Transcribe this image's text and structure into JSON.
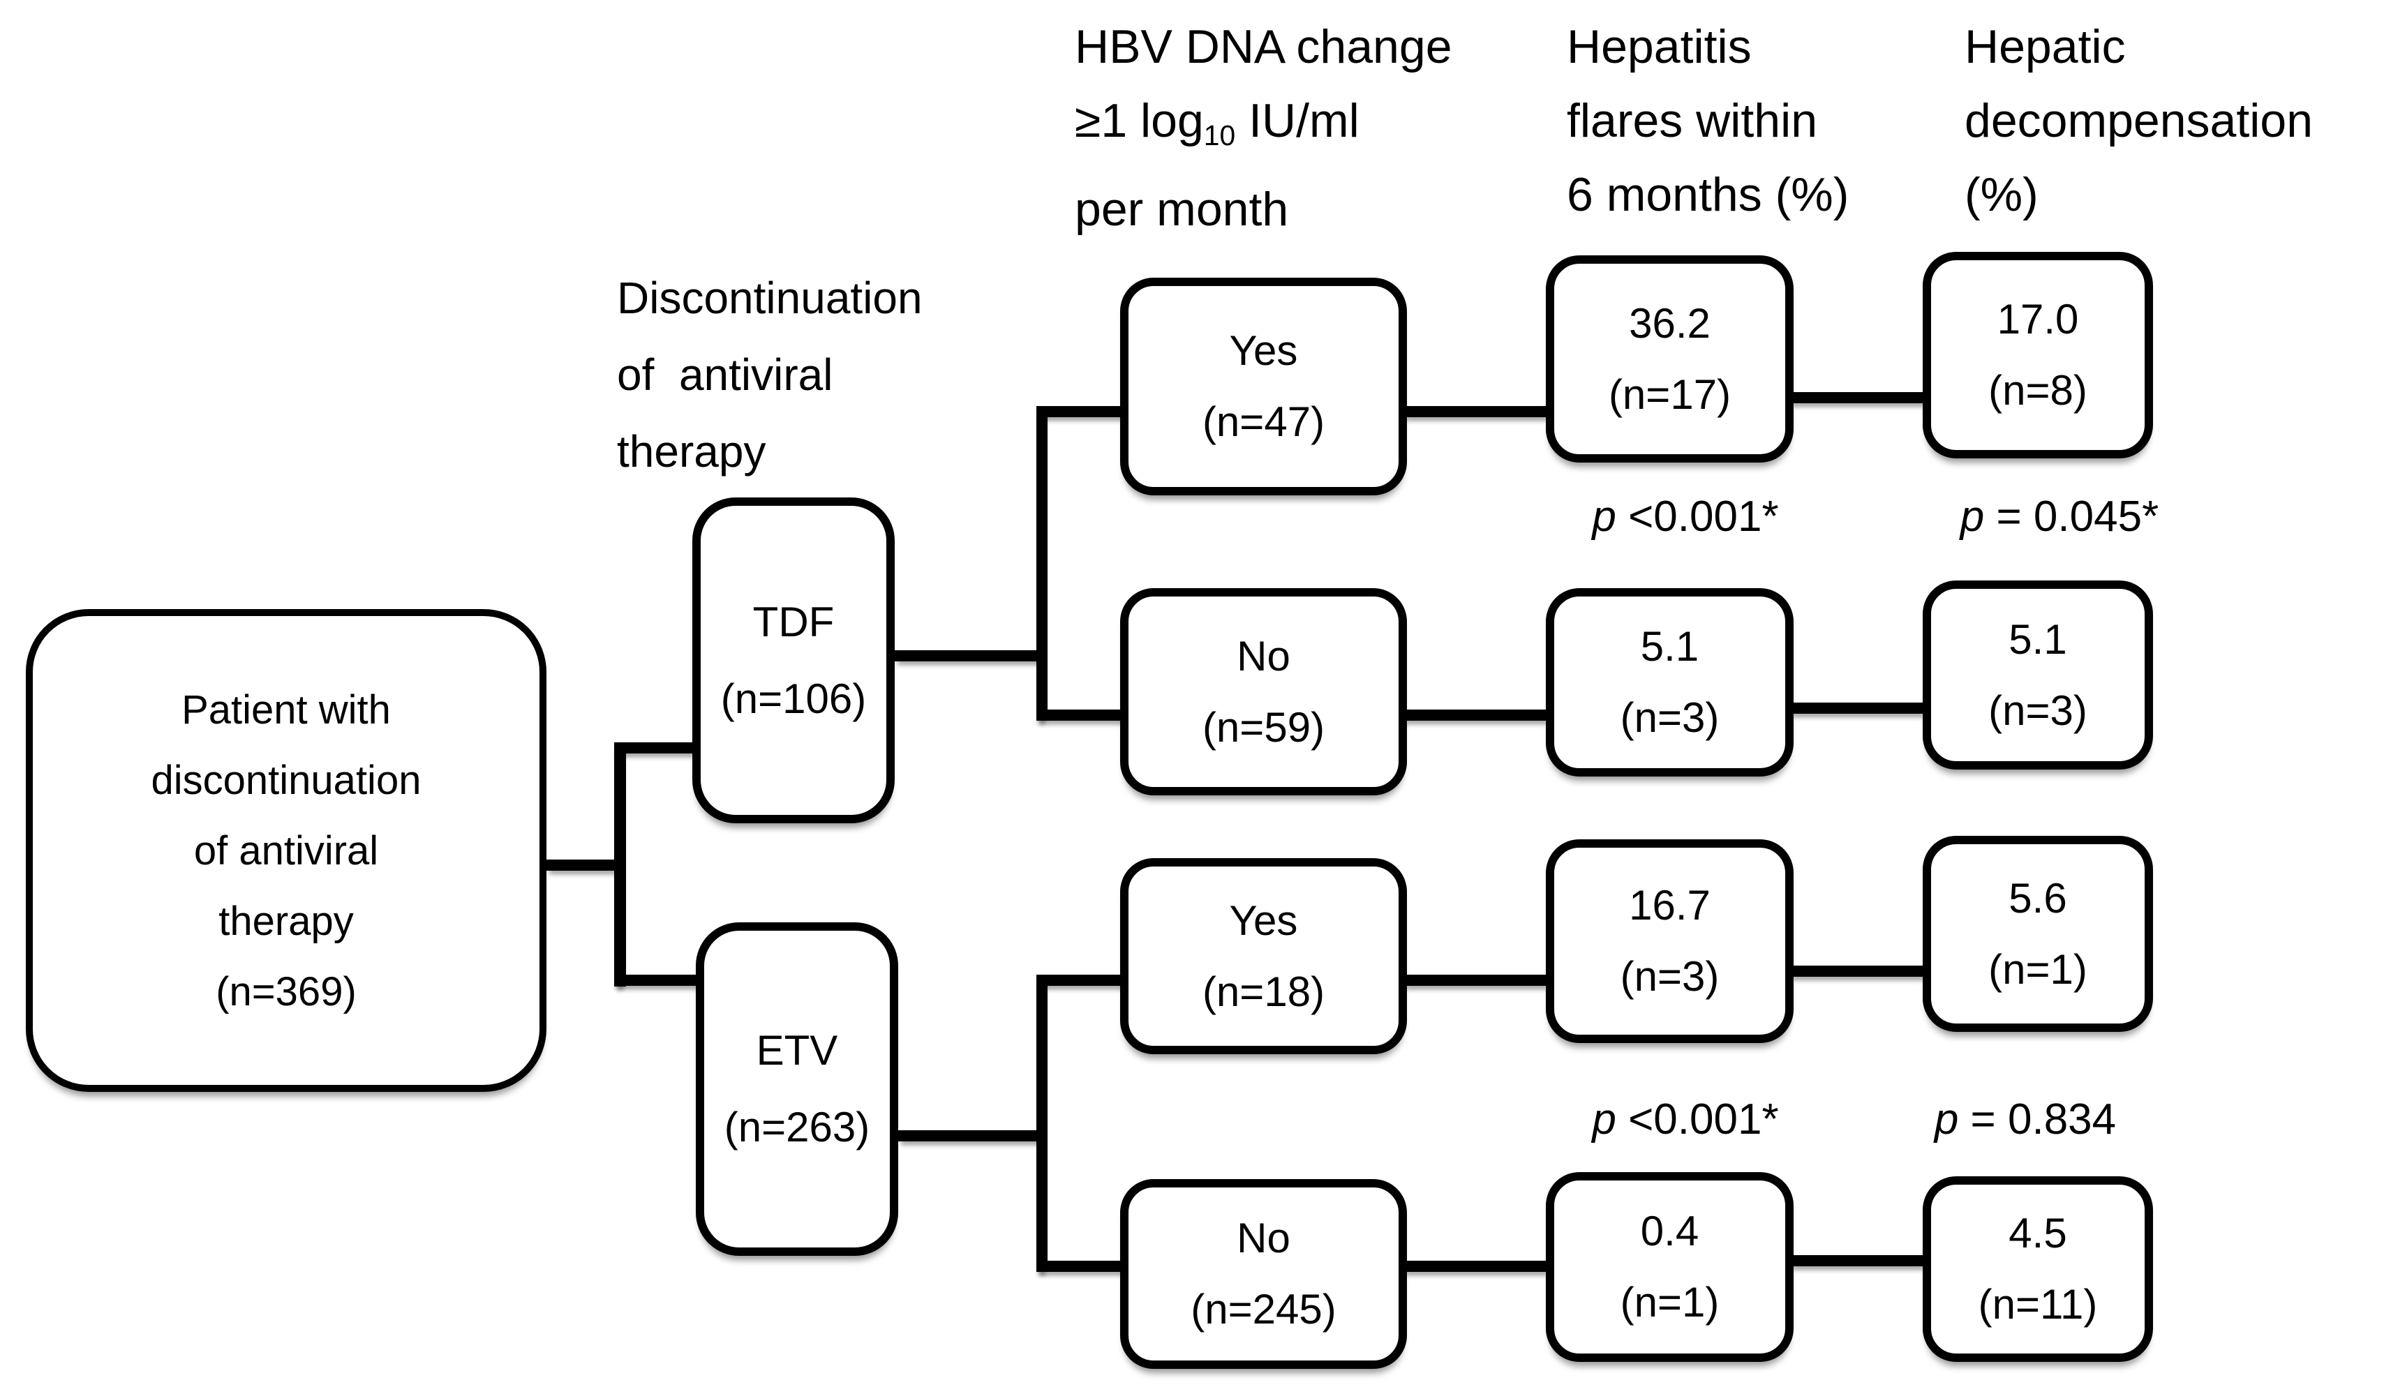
{
  "colors": {
    "ink": "#000000",
    "paper": "#ffffff"
  },
  "headers": {
    "hbv": {
      "l1": "HBV DNA change",
      "l2a": "≥1 log",
      "l2sub": "10",
      "l2b": " IU/ml",
      "l3": "per month"
    },
    "flares": {
      "l1": "Hepatitis",
      "l2": "flares within",
      "l3": "6 months (%)"
    },
    "decomp": {
      "l1": "Hepatic",
      "l2": "decompensation",
      "l3": "(%)"
    }
  },
  "branch_label": {
    "l1": "Discontinuation",
    "l2": "of  antiviral",
    "l3": "therapy"
  },
  "root": {
    "l1": "Patient with",
    "l2": "discontinuation",
    "l3": "of antiviral",
    "l4": "therapy",
    "l5": "(n=369)"
  },
  "nodes": {
    "tdf": {
      "line1": "TDF",
      "line2": "(n=106)"
    },
    "etv": {
      "line1": "ETV",
      "line2": "(n=263)"
    },
    "tdf_yes": {
      "line1": "Yes",
      "line2": "(n=47)"
    },
    "tdf_yes_flares": {
      "line1": "36.2",
      "line2": "(n=17)"
    },
    "tdf_yes_decomp": {
      "line1": "17.0",
      "line2": "(n=8)"
    },
    "tdf_no": {
      "line1": "No",
      "line2": "(n=59)"
    },
    "tdf_no_flares": {
      "line1": "5.1",
      "line2": "(n=3)"
    },
    "tdf_no_decomp": {
      "line1": "5.1",
      "line2": "(n=3)"
    },
    "etv_yes": {
      "line1": "Yes",
      "line2": "(n=18)"
    },
    "etv_yes_flares": {
      "line1": "16.7",
      "line2": "(n=3)"
    },
    "etv_yes_decomp": {
      "line1": "5.6",
      "line2": "(n=1)"
    },
    "etv_no": {
      "line1": "No",
      "line2": "(n=245)"
    },
    "etv_no_flares": {
      "line1": "0.4",
      "line2": "(n=1)"
    },
    "etv_no_decomp": {
      "line1": "4.5",
      "line2": "(n=11)"
    }
  },
  "pvalues": {
    "tdf_flares": {
      "sym": "p",
      "rest": " <0.001*"
    },
    "tdf_decomp": {
      "sym": "p",
      "rest": " = 0.045*"
    },
    "etv_flares": {
      "sym": "p",
      "rest": " <0.001*"
    },
    "etv_decomp": {
      "sym": "p",
      "rest": " = 0.834"
    }
  }
}
